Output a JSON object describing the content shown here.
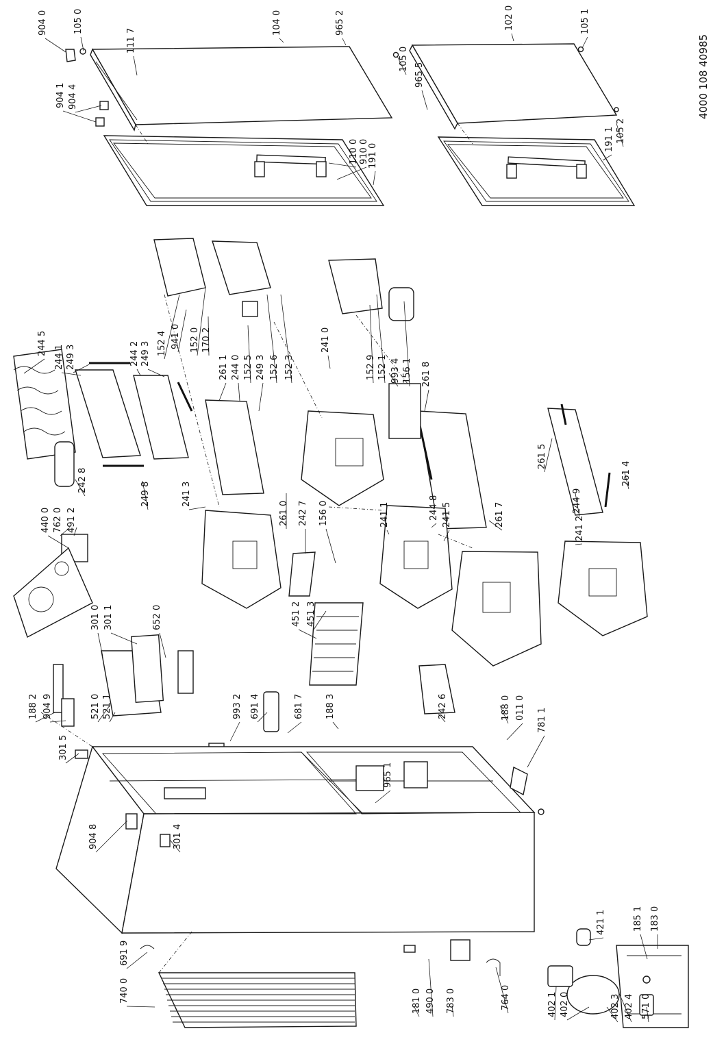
{
  "document_number": "4000 108 40985",
  "labels": [
    "904 0",
    "105 0",
    "111 7",
    "104 0",
    "965 2",
    "102 0",
    "105 1",
    "105 0",
    "965 5",
    "904 1",
    "904 4",
    "110 0",
    "910 0",
    "191 0",
    "191 1",
    "105 2",
    "244 5",
    "244 1",
    "249 3",
    "244 2",
    "249 3",
    "152 4",
    "941 0",
    "152 0",
    "170 2",
    "261 1",
    "244 0",
    "152 5",
    "249 3",
    "152 6",
    "152 3",
    "241 0",
    "152 9",
    "152 1",
    "993 4",
    "156 1",
    "261 8",
    "440 0",
    "762 0",
    "491 2",
    "242 8",
    "249 8",
    "241 3",
    "261 0",
    "242 7",
    "156 0",
    "241 1",
    "244 8",
    "241 5",
    "261 7",
    "261 5",
    "244 9",
    "261 4",
    "241 2",
    "301 0",
    "301 1",
    "652 0",
    "188 2",
    "904 9",
    "521 0",
    "521 1",
    "451 2",
    "451 3",
    "993 2",
    "691 4",
    "681 7",
    "188 3",
    "242 6",
    "188 0",
    "011 0",
    "781 1",
    "301 5",
    "965 1",
    "904 8",
    "301 4",
    "740 0",
    "691 9",
    "181 0",
    "490 0",
    "783 0",
    "764 0",
    "421 1",
    "185 1",
    "183 0",
    "402 1",
    "402 0",
    "402 3",
    "402 4",
    "571 0"
  ]
}
